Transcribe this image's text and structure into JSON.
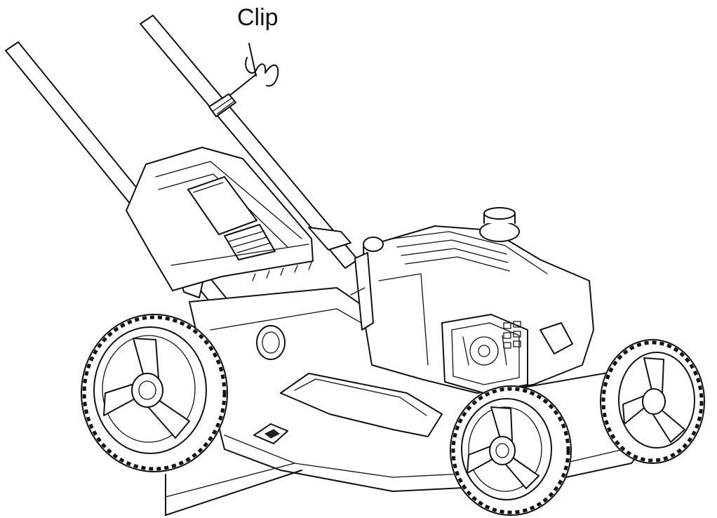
{
  "diagram": {
    "callout": {
      "label": "Clip",
      "target": "handle-clip"
    },
    "parts": [
      "handle",
      "handle-clip",
      "grass-bag",
      "engine",
      "front-wheel",
      "rear-wheel",
      "deck"
    ]
  }
}
